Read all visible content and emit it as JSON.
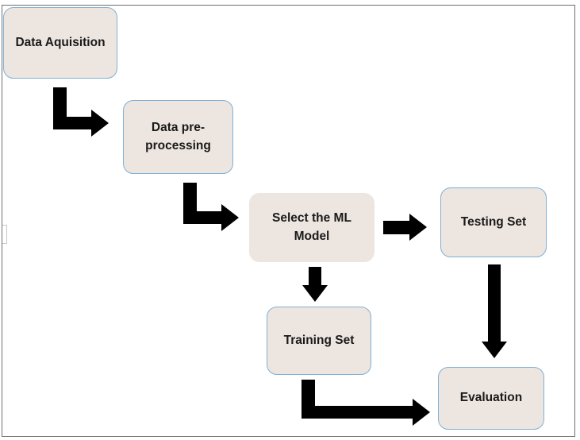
{
  "diagram": {
    "nodes": [
      {
        "id": "data-aquisition",
        "label": "Data Aquisition"
      },
      {
        "id": "data-preprocessing",
        "label": "Data pre-\nprocessing"
      },
      {
        "id": "select-ml-model",
        "label": "Select  the ML\nModel"
      },
      {
        "id": "testing-set",
        "label": "Testing Set"
      },
      {
        "id": "training-set",
        "label": "Training Set"
      },
      {
        "id": "evaluation",
        "label": "Evaluation"
      }
    ],
    "edges": [
      {
        "from": "data-aquisition",
        "to": "data-preprocessing"
      },
      {
        "from": "data-preprocessing",
        "to": "select-ml-model"
      },
      {
        "from": "select-ml-model",
        "to": "testing-set"
      },
      {
        "from": "select-ml-model",
        "to": "training-set"
      },
      {
        "from": "testing-set",
        "to": "evaluation"
      },
      {
        "from": "training-set",
        "to": "evaluation"
      }
    ],
    "colors": {
      "node_fill": "#ede5df",
      "node_border": "#7fb0d6",
      "arrow": "#000000"
    }
  }
}
